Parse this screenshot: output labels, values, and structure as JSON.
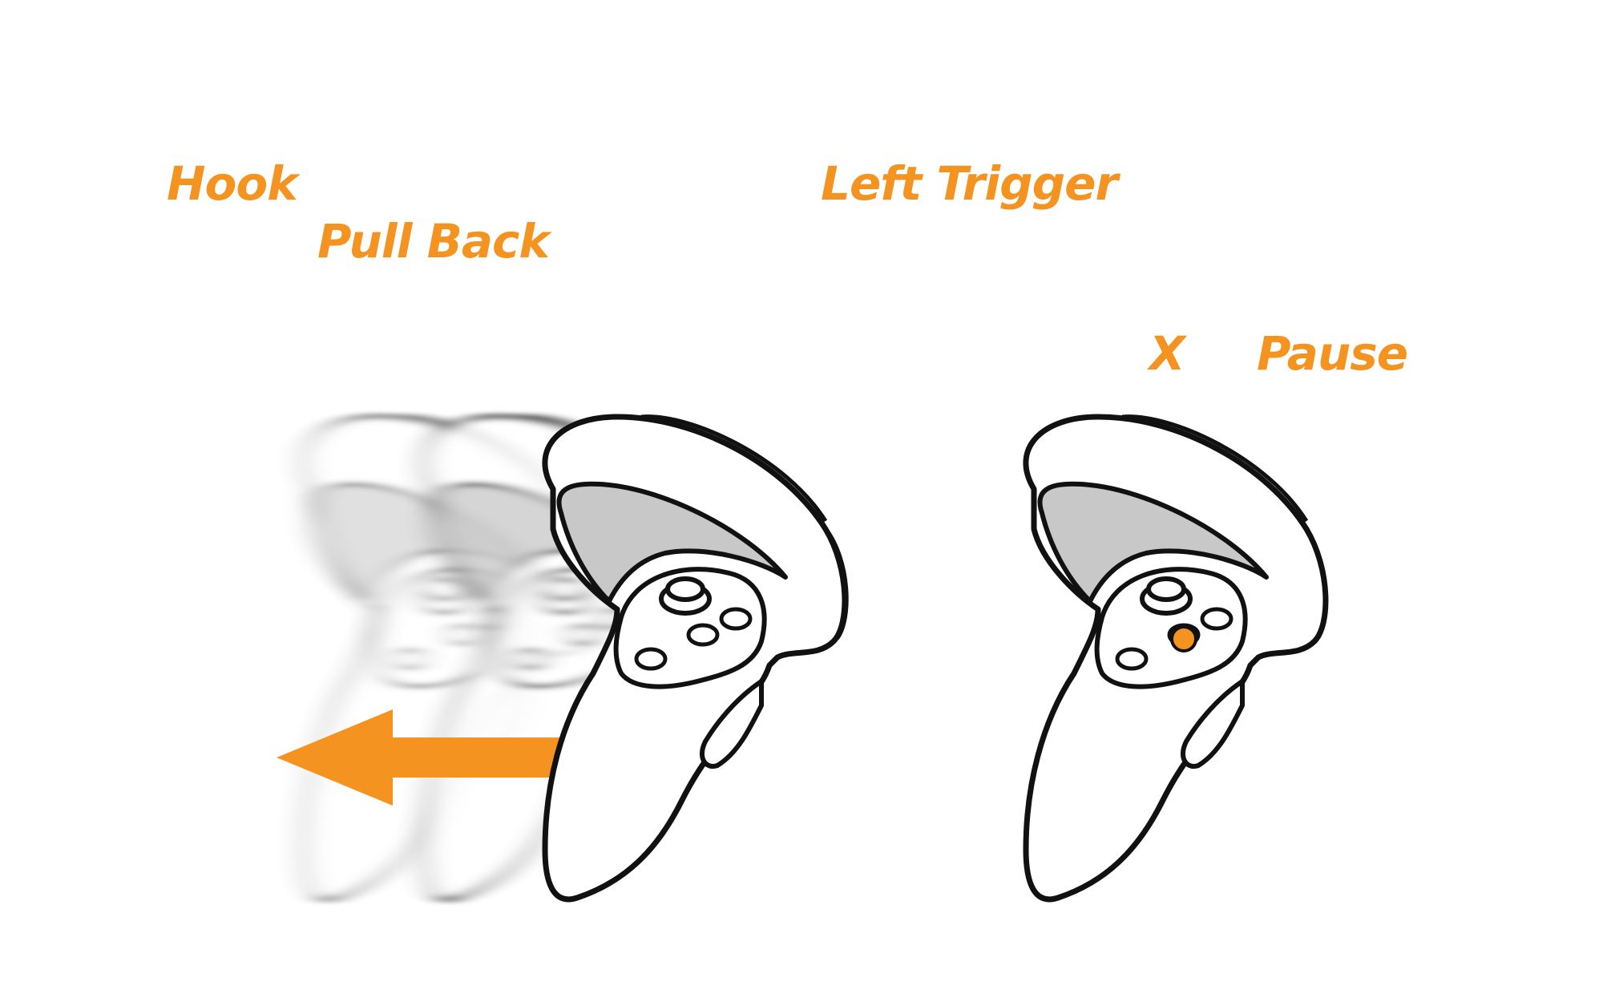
{
  "labels": {
    "hook": "Hook",
    "pull_back": "Pull Back",
    "left_trigger": "Left Trigger",
    "x_button": "X",
    "pause": "Pause"
  },
  "colors": {
    "accent": "#f4931f",
    "outline": "#111111",
    "controller_fill": "#ffffff",
    "ring_inner": "#c8c8c8",
    "ghost": "#9a9a9a"
  },
  "icons": {
    "left_controller": "vr-controller-icon",
    "right_controller": "vr-controller-icon",
    "arrow": "arrow-left-icon"
  }
}
